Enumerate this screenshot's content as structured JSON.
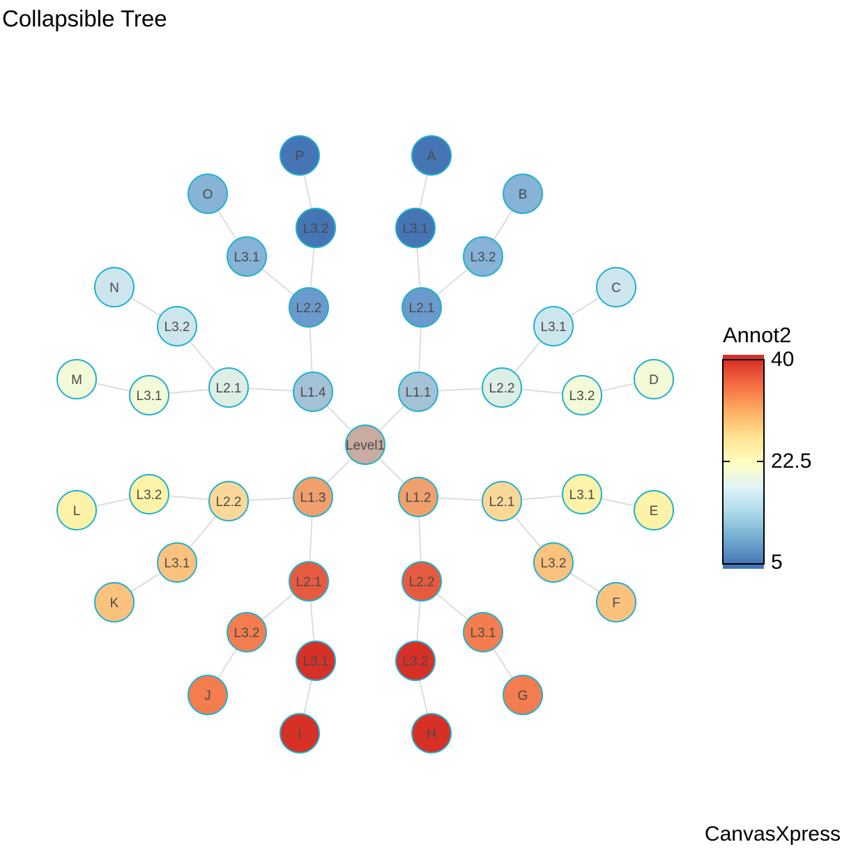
{
  "title": "Collapsible Tree",
  "footer": "CanvasXpress",
  "legend": {
    "title": "Annot2",
    "max": "40",
    "mid": "22.5",
    "min": "5",
    "colors": [
      "#d73027",
      "#f46d43",
      "#fdae61",
      "#fee090",
      "#ffffbf",
      "#e0f3f8",
      "#abd9e9",
      "#74add1",
      "#4575b4"
    ]
  },
  "node_stroke": "#1fb0d0",
  "nodes": [
    {
      "id": "root",
      "label": "Level1",
      "parent": null,
      "color": "#c9ab9f"
    },
    {
      "id": "a",
      "label": "L1.1",
      "parent": "root",
      "color": "#a3c2d6"
    },
    {
      "id": "b",
      "label": "L1.2",
      "parent": "root",
      "color": "#f0a06c"
    },
    {
      "id": "c",
      "label": "L1.3",
      "parent": "root",
      "color": "#f0a06c"
    },
    {
      "id": "d",
      "label": "L1.4",
      "parent": "root",
      "color": "#a3c2d6"
    },
    {
      "id": "a1",
      "label": "L2.1",
      "parent": "a",
      "color": "#6a9acb"
    },
    {
      "id": "a2",
      "label": "L2.2",
      "parent": "a",
      "color": "#ddeee6"
    },
    {
      "id": "a11",
      "label": "L3.1",
      "parent": "a1",
      "color": "#4575b4"
    },
    {
      "id": "A",
      "label": "A",
      "parent": "a11",
      "color": "#4575b4"
    },
    {
      "id": "a12",
      "label": "L3.2",
      "parent": "a1",
      "color": "#86b3d6"
    },
    {
      "id": "B",
      "label": "B",
      "parent": "a12",
      "color": "#86b3d6"
    },
    {
      "id": "a21",
      "label": "L3.1",
      "parent": "a2",
      "color": "#cde6ee"
    },
    {
      "id": "C",
      "label": "C",
      "parent": "a21",
      "color": "#cde6ee"
    },
    {
      "id": "a22",
      "label": "L3.2",
      "parent": "a2",
      "color": "#f3fad8"
    },
    {
      "id": "D",
      "label": "D",
      "parent": "a22",
      "color": "#f3fad8"
    },
    {
      "id": "b1",
      "label": "L2.1",
      "parent": "b",
      "color": "#fcd898"
    },
    {
      "id": "b2",
      "label": "L2.2",
      "parent": "b",
      "color": "#e65b3f"
    },
    {
      "id": "b11",
      "label": "L3.1",
      "parent": "b1",
      "color": "#fdf3a8"
    },
    {
      "id": "E",
      "label": "E",
      "parent": "b11",
      "color": "#fdf3a8"
    },
    {
      "id": "b12",
      "label": "L3.2",
      "parent": "b1",
      "color": "#fbc27e"
    },
    {
      "id": "F",
      "label": "F",
      "parent": "b12",
      "color": "#fbc27e"
    },
    {
      "id": "b21",
      "label": "L3.1",
      "parent": "b2",
      "color": "#f47d4f"
    },
    {
      "id": "G",
      "label": "G",
      "parent": "b21",
      "color": "#f47d4f"
    },
    {
      "id": "b22",
      "label": "L3.2",
      "parent": "b2",
      "color": "#d73027"
    },
    {
      "id": "H",
      "label": "H",
      "parent": "b22",
      "color": "#d73027"
    },
    {
      "id": "c1",
      "label": "L2.1",
      "parent": "c",
      "color": "#e65b3f"
    },
    {
      "id": "c2",
      "label": "L2.2",
      "parent": "c",
      "color": "#fcd898"
    },
    {
      "id": "c11",
      "label": "L3.1",
      "parent": "c1",
      "color": "#d73027"
    },
    {
      "id": "I",
      "label": "I",
      "parent": "c11",
      "color": "#d73027"
    },
    {
      "id": "c12",
      "label": "L3.2",
      "parent": "c1",
      "color": "#f47d4f"
    },
    {
      "id": "J",
      "label": "J",
      "parent": "c12",
      "color": "#f47d4f"
    },
    {
      "id": "c21",
      "label": "L3.1",
      "parent": "c2",
      "color": "#fbc27e"
    },
    {
      "id": "K",
      "label": "K",
      "parent": "c21",
      "color": "#fbc27e"
    },
    {
      "id": "c22",
      "label": "L3.2",
      "parent": "c2",
      "color": "#fdf3a8"
    },
    {
      "id": "L",
      "label": "L",
      "parent": "c22",
      "color": "#fdf3a8"
    },
    {
      "id": "d1",
      "label": "L2.1",
      "parent": "d",
      "color": "#ddeee6"
    },
    {
      "id": "d2",
      "label": "L2.2",
      "parent": "d",
      "color": "#6a9acb"
    },
    {
      "id": "d11",
      "label": "L3.1",
      "parent": "d1",
      "color": "#f3fad8"
    },
    {
      "id": "M",
      "label": "M",
      "parent": "d11",
      "color": "#f3fad8"
    },
    {
      "id": "d12",
      "label": "L3.2",
      "parent": "d1",
      "color": "#cde6ee"
    },
    {
      "id": "N",
      "label": "N",
      "parent": "d12",
      "color": "#cde6ee"
    },
    {
      "id": "d21",
      "label": "L3.1",
      "parent": "d2",
      "color": "#86b3d6"
    },
    {
      "id": "O",
      "label": "O",
      "parent": "d21",
      "color": "#86b3d6"
    },
    {
      "id": "d22",
      "label": "L3.2",
      "parent": "d2",
      "color": "#4575b4"
    },
    {
      "id": "P",
      "label": "P",
      "parent": "d22",
      "color": "#4575b4"
    }
  ]
}
